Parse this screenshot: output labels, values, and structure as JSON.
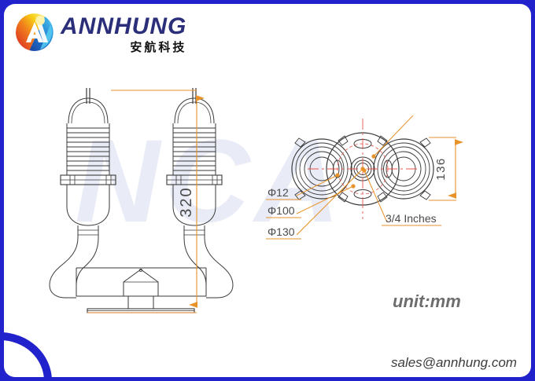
{
  "page": {
    "border_color": "#2222cc",
    "sheet_color": "#ffffff",
    "watermark_text": "NCA"
  },
  "header": {
    "logo_icon": "annhung-circular-logo",
    "brand_name": "ANNHUNG",
    "brand_name_cn": "安航科技",
    "brand_color": "#2b2f7a"
  },
  "drawing": {
    "title_unit": "unit:mm",
    "front_view": {
      "name": "dual-aviation-obstruction-light-front-view",
      "dimension_height": "320"
    },
    "top_view": {
      "name": "mounting-base-top-view",
      "dimension_width": "136",
      "callouts": [
        {
          "label": "Φ12"
        },
        {
          "label": "Φ100"
        },
        {
          "label": "Φ130"
        },
        {
          "label": "3/4 Inches"
        }
      ]
    },
    "line_color": "#3a3a3a",
    "dimension_color": "#e8922a",
    "centerline_color": "#e8554d"
  },
  "footer": {
    "email": "sales@annhung.com"
  }
}
